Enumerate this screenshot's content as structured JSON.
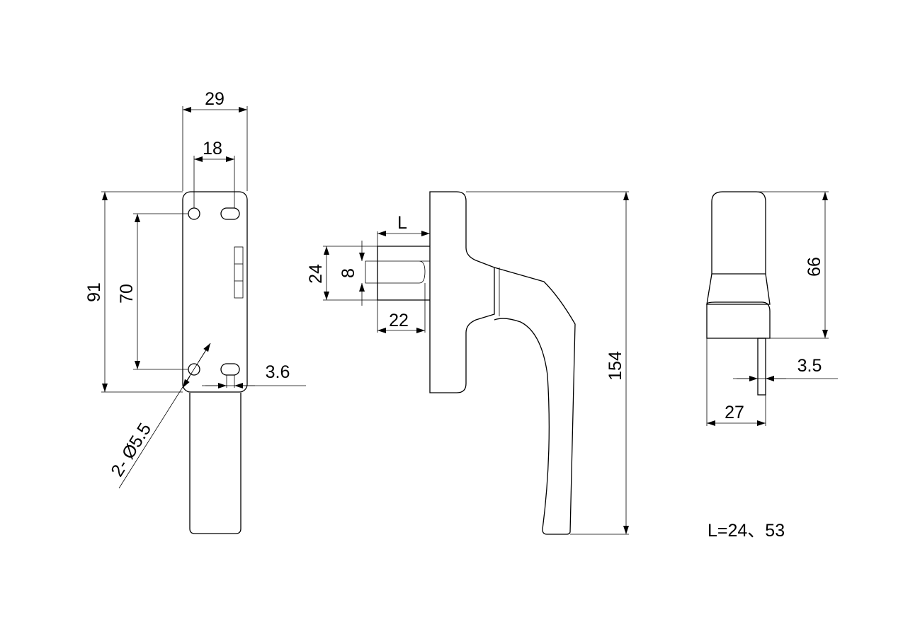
{
  "dimensions": {
    "front_width": "29",
    "slot_spacing": "18",
    "plate_height": "91",
    "hole_spacing": "70",
    "hole_spec": "2- Ø5.5",
    "slot_offset": "3.6",
    "spindle_length": "L",
    "spindle_base_height": "24",
    "spindle_square": "8",
    "spindle_depth": "22",
    "handle_length": "154",
    "knob_height": "66",
    "spindle_thickness": "3.5",
    "side_width": "27"
  },
  "note": "L=24、53"
}
